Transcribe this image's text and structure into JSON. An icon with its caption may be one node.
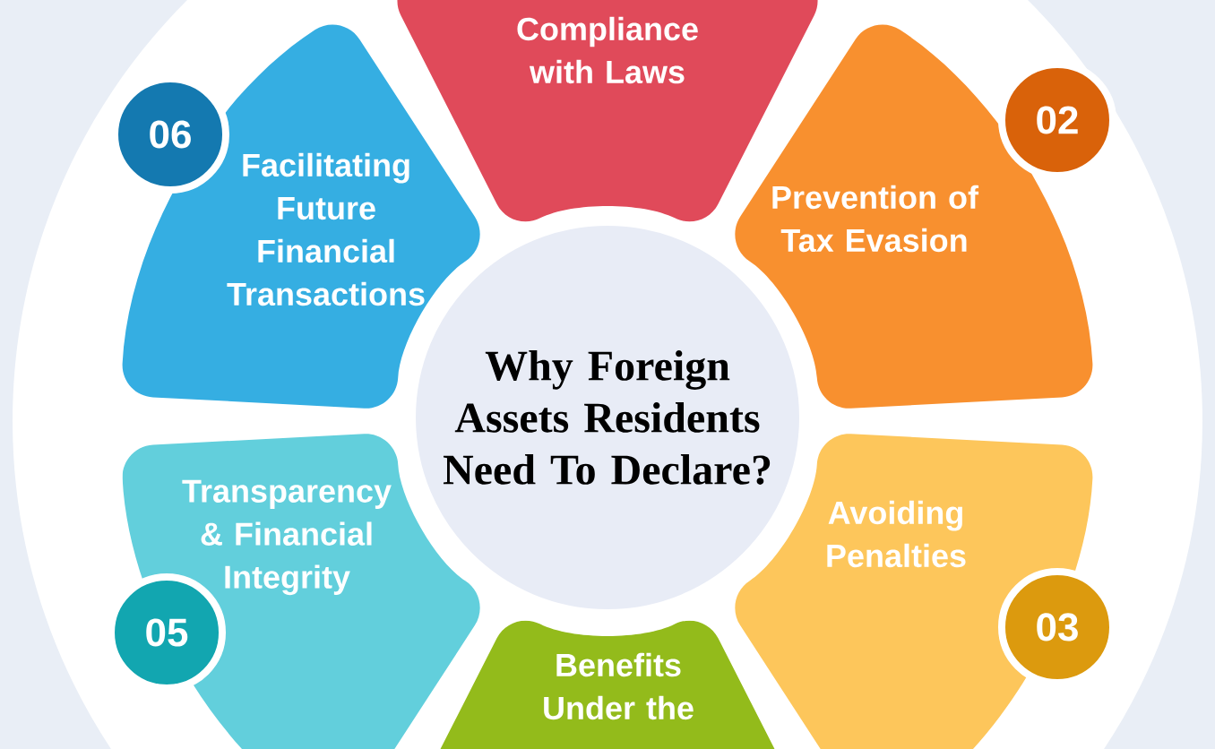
{
  "diagram": {
    "nodes": [
      {
        "text": [
          "Why Foreign Assets Residents Need To Declare?"
        ]
      },
      {
        "text": [
          "Compliance with Laws"
        ]
      },
      {
        "text": [
          "Prevention of Tax Evasion"
        ]
      },
      {
        "text": [
          "Avoiding Penalties"
        ]
      },
      {
        "text": [
          "Benefits Under the"
        ]
      },
      {
        "text": [
          "Transparency & Financial Integrity"
        ]
      },
      {
        "text": [
          "Facilitating Future Financial Transactions"
        ]
      },
      {
        "text": [
          "06"
        ]
      },
      {
        "text": [
          "02"
        ]
      },
      {
        "text": [
          "05"
        ]
      },
      {
        "text": [
          "03"
        ]
      }
    ]
  }
}
